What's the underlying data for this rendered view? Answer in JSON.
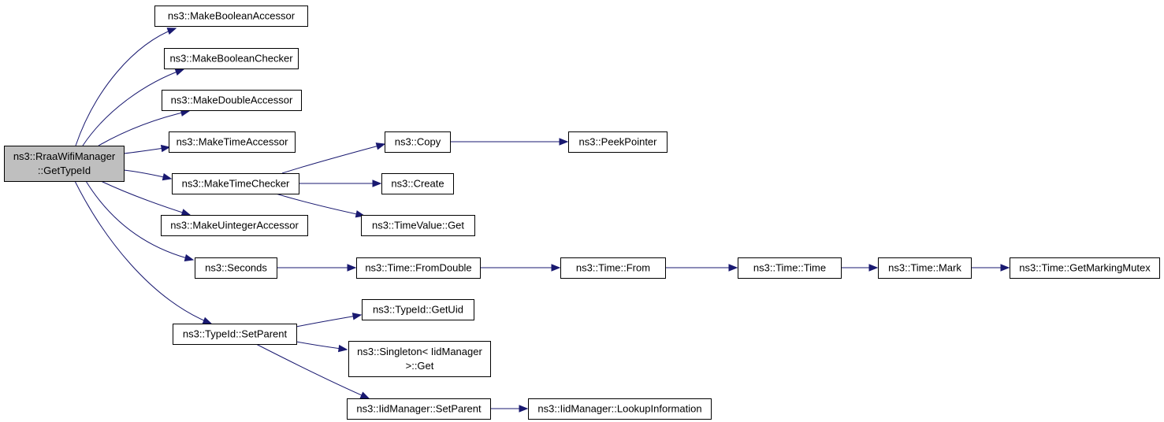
{
  "diagram": {
    "nodes": [
      {
        "id": "root",
        "lines": [
          "ns3::RraaWifiManager",
          "::GetTypeId"
        ],
        "root": true
      },
      {
        "id": "mba",
        "lines": [
          "ns3::MakeBooleanAccessor"
        ]
      },
      {
        "id": "mbc",
        "lines": [
          "ns3::MakeBooleanChecker"
        ]
      },
      {
        "id": "mda",
        "lines": [
          "ns3::MakeDoubleAccessor"
        ]
      },
      {
        "id": "mta",
        "lines": [
          "ns3::MakeTimeAccessor"
        ]
      },
      {
        "id": "mtc",
        "lines": [
          "ns3::MakeTimeChecker"
        ]
      },
      {
        "id": "mua",
        "lines": [
          "ns3::MakeUintegerAccessor"
        ]
      },
      {
        "id": "sec",
        "lines": [
          "ns3::Seconds"
        ]
      },
      {
        "id": "tsp",
        "lines": [
          "ns3::TypeId::SetParent"
        ]
      },
      {
        "id": "copy",
        "lines": [
          "ns3::Copy"
        ]
      },
      {
        "id": "peek",
        "lines": [
          "ns3::PeekPointer"
        ]
      },
      {
        "id": "create",
        "lines": [
          "ns3::Create"
        ]
      },
      {
        "id": "tvget",
        "lines": [
          "ns3::TimeValue::Get"
        ]
      },
      {
        "id": "tfd",
        "lines": [
          "ns3::Time::FromDouble"
        ]
      },
      {
        "id": "tfrom",
        "lines": [
          "ns3::Time::From"
        ]
      },
      {
        "id": "ttime",
        "lines": [
          "ns3::Time::Time"
        ]
      },
      {
        "id": "tmark",
        "lines": [
          "ns3::Time::Mark"
        ]
      },
      {
        "id": "tgmm",
        "lines": [
          "ns3::Time::GetMarkingMutex"
        ]
      },
      {
        "id": "getuid",
        "lines": [
          "ns3::TypeId::GetUid"
        ]
      },
      {
        "id": "singleton",
        "lines": [
          "ns3::Singleton< IidManager",
          ">::Get"
        ]
      },
      {
        "id": "iidsp",
        "lines": [
          "ns3::IidManager::SetParent"
        ]
      },
      {
        "id": "lookup",
        "lines": [
          "ns3::IidManager::LookupInformation"
        ]
      }
    ],
    "edges": [
      {
        "from": "root",
        "to": "mba"
      },
      {
        "from": "root",
        "to": "mbc"
      },
      {
        "from": "root",
        "to": "mda"
      },
      {
        "from": "root",
        "to": "mta"
      },
      {
        "from": "root",
        "to": "mtc"
      },
      {
        "from": "root",
        "to": "mua"
      },
      {
        "from": "root",
        "to": "sec"
      },
      {
        "from": "root",
        "to": "tsp"
      },
      {
        "from": "mtc",
        "to": "copy"
      },
      {
        "from": "mtc",
        "to": "create"
      },
      {
        "from": "mtc",
        "to": "tvget"
      },
      {
        "from": "copy",
        "to": "peek"
      },
      {
        "from": "sec",
        "to": "tfd"
      },
      {
        "from": "tfd",
        "to": "tfrom"
      },
      {
        "from": "tfrom",
        "to": "ttime"
      },
      {
        "from": "ttime",
        "to": "tmark"
      },
      {
        "from": "tmark",
        "to": "tgmm"
      },
      {
        "from": "tsp",
        "to": "getuid"
      },
      {
        "from": "tsp",
        "to": "singleton"
      },
      {
        "from": "tsp",
        "to": "iidsp"
      },
      {
        "from": "iidsp",
        "to": "lookup"
      }
    ],
    "colors": {
      "edge": "#191970",
      "root_fill": "#bfbfbf",
      "node_fill": "#ffffff",
      "border": "#000000"
    }
  }
}
